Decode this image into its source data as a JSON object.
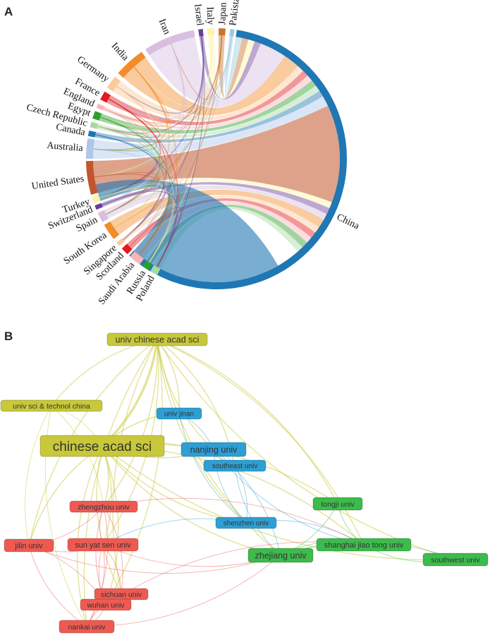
{
  "panel_a": {
    "letter": "A",
    "countries": [
      {
        "name": "China",
        "color": "#1f77b4"
      },
      {
        "name": "Pakistan",
        "color": "#9ecae1"
      },
      {
        "name": "Japan",
        "color": "#c9742e"
      },
      {
        "name": "Italy",
        "color": "#fff3a6"
      },
      {
        "name": "Israel",
        "color": "#6a3d9a"
      },
      {
        "name": "Iran",
        "color": "#d8bfe0"
      },
      {
        "name": "India",
        "color": "#f28c28"
      },
      {
        "name": "Germany",
        "color": "#fcc99a"
      },
      {
        "name": "France",
        "color": "#e31a1c"
      },
      {
        "name": "England",
        "color": "#f9b4b8"
      },
      {
        "name": "Egypt",
        "color": "#2ca02c"
      },
      {
        "name": "Czech Republic",
        "color": "#a6dba0"
      },
      {
        "name": "Canada",
        "color": "#1f77b4"
      },
      {
        "name": "Australia",
        "color": "#aec7e8"
      },
      {
        "name": "United States",
        "color": "#c2552b"
      },
      {
        "name": "Turkey",
        "color": "#fff3a6"
      },
      {
        "name": "Switzerland",
        "color": "#6a3d9a"
      },
      {
        "name": "Spain",
        "color": "#d8bfe0"
      },
      {
        "name": "South Korea",
        "color": "#f28c28"
      },
      {
        "name": "Singapore",
        "color": "#fcc99a"
      },
      {
        "name": "Scotland",
        "color": "#e31a1c"
      },
      {
        "name": "Saudi Arabia",
        "color": "#f9b4b8"
      },
      {
        "name": "Russia",
        "color": "#2ca02c"
      },
      {
        "name": "Poland",
        "color": "#a6dba0"
      }
    ]
  },
  "panel_b": {
    "letter": "B",
    "clusters": {
      "yellow": "#c8c83a",
      "blue": "#2d9fd4",
      "red": "#ee5a52",
      "green": "#3dbb4c"
    },
    "nodes": [
      {
        "id": "n1",
        "label": "univ chinese acad sci",
        "cluster": "yellow"
      },
      {
        "id": "n2",
        "label": "univ sci & technol china",
        "cluster": "yellow"
      },
      {
        "id": "n3",
        "label": "chinese acad sci",
        "cluster": "yellow"
      },
      {
        "id": "n4",
        "label": "univ jinan",
        "cluster": "blue"
      },
      {
        "id": "n5",
        "label": "nanjing univ",
        "cluster": "blue"
      },
      {
        "id": "n6",
        "label": "southeast univ",
        "cluster": "blue"
      },
      {
        "id": "n7",
        "label": "shenzhen univ",
        "cluster": "blue"
      },
      {
        "id": "n8",
        "label": "zhengzhou univ",
        "cluster": "red"
      },
      {
        "id": "n9",
        "label": "jilin univ",
        "cluster": "red"
      },
      {
        "id": "n10",
        "label": "sun yat sen univ",
        "cluster": "red"
      },
      {
        "id": "n11",
        "label": "sichuan univ",
        "cluster": "red"
      },
      {
        "id": "n12",
        "label": "wuhan univ",
        "cluster": "red"
      },
      {
        "id": "n13",
        "label": "nankai univ",
        "cluster": "red"
      },
      {
        "id": "n14",
        "label": "tongji univ",
        "cluster": "green"
      },
      {
        "id": "n15",
        "label": "zhejiang univ",
        "cluster": "green"
      },
      {
        "id": "n16",
        "label": "shanghai jiao tong univ",
        "cluster": "green"
      },
      {
        "id": "n17",
        "label": "southwest univ",
        "cluster": "green"
      }
    ],
    "links": [
      [
        "n1",
        "n3"
      ],
      [
        "n1",
        "n2"
      ],
      [
        "n1",
        "n4"
      ],
      [
        "n1",
        "n5"
      ],
      [
        "n1",
        "n6"
      ],
      [
        "n1",
        "n7"
      ],
      [
        "n1",
        "n8"
      ],
      [
        "n1",
        "n9"
      ],
      [
        "n1",
        "n10"
      ],
      [
        "n1",
        "n11"
      ],
      [
        "n1",
        "n12"
      ],
      [
        "n1",
        "n13"
      ],
      [
        "n1",
        "n14"
      ],
      [
        "n1",
        "n15"
      ],
      [
        "n1",
        "n16"
      ],
      [
        "n1",
        "n17"
      ],
      [
        "n2",
        "n3"
      ],
      [
        "n2",
        "n9"
      ],
      [
        "n2",
        "n8"
      ],
      [
        "n2",
        "n13"
      ],
      [
        "n3",
        "n4"
      ],
      [
        "n3",
        "n5"
      ],
      [
        "n3",
        "n6"
      ],
      [
        "n3",
        "n7"
      ],
      [
        "n3",
        "n8"
      ],
      [
        "n3",
        "n9"
      ],
      [
        "n3",
        "n10"
      ],
      [
        "n3",
        "n11"
      ],
      [
        "n3",
        "n12"
      ],
      [
        "n3",
        "n13"
      ],
      [
        "n3",
        "n14"
      ],
      [
        "n3",
        "n15"
      ],
      [
        "n3",
        "n16"
      ],
      [
        "n3",
        "n17"
      ],
      [
        "n4",
        "n5"
      ],
      [
        "n4",
        "n7"
      ],
      [
        "n5",
        "n6"
      ],
      [
        "n5",
        "n7"
      ],
      [
        "n5",
        "n15"
      ],
      [
        "n5",
        "n16"
      ],
      [
        "n6",
        "n7"
      ],
      [
        "n6",
        "n15"
      ],
      [
        "n7",
        "n16"
      ],
      [
        "n7",
        "n10"
      ],
      [
        "n8",
        "n9"
      ],
      [
        "n8",
        "n10"
      ],
      [
        "n8",
        "n11"
      ],
      [
        "n8",
        "n12"
      ],
      [
        "n8",
        "n13"
      ],
      [
        "n9",
        "n10"
      ],
      [
        "n9",
        "n12"
      ],
      [
        "n9",
        "n13"
      ],
      [
        "n10",
        "n11"
      ],
      [
        "n10",
        "n12"
      ],
      [
        "n10",
        "n13"
      ],
      [
        "n11",
        "n12"
      ],
      [
        "n12",
        "n13"
      ],
      [
        "n11",
        "n13"
      ],
      [
        "n14",
        "n15"
      ],
      [
        "n14",
        "n16"
      ],
      [
        "n15",
        "n16"
      ],
      [
        "n16",
        "n17"
      ],
      [
        "n15",
        "n17"
      ],
      [
        "n10",
        "n15"
      ],
      [
        "n12",
        "n16"
      ],
      [
        "n13",
        "n15"
      ],
      [
        "n8",
        "n16"
      ],
      [
        "n9",
        "n15"
      ]
    ]
  }
}
